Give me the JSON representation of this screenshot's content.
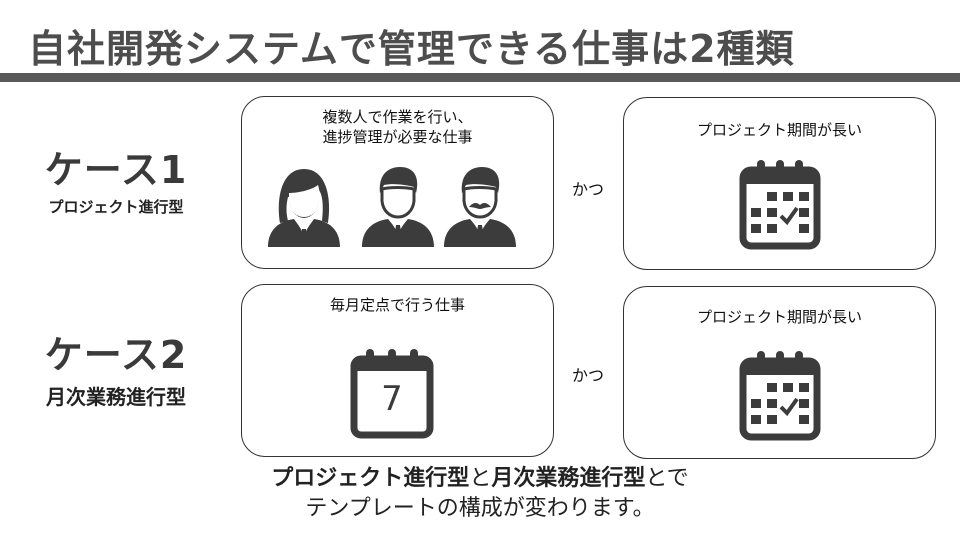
{
  "header": {
    "title": "自社開発システムで管理できる仕事は2種類"
  },
  "cases": [
    {
      "name": "ケース1",
      "subtitle": "プロジェクト進行型",
      "left_box_text": [
        "複数人で作業を行い、",
        "進捗管理が必要な仕事"
      ],
      "connector": "かつ",
      "right_box_text": "プロジェクト期間が長い"
    },
    {
      "name": "ケース2",
      "subtitle": "月次業務進行型",
      "left_box_text": [
        "毎月定点で行う仕事"
      ],
      "calendar_day": "7",
      "connector": "かつ",
      "right_box_text": "プロジェクト期間が長い"
    }
  ],
  "footer": {
    "bold_1": "プロジェクト進行型",
    "plain_1": "と",
    "bold_2": "月次業務進行型",
    "plain_2": "とで",
    "line_2": "テンプレートの構成が変わります。"
  },
  "icons": {
    "people": [
      "person-female-icon",
      "person-male-icon",
      "person-mustache-icon"
    ],
    "calendar": "calendar-check-icon",
    "monthly_calendar": "calendar-day-icon"
  },
  "colors": {
    "icon": "#3c3c3c",
    "title": "#4d4d4d",
    "bar": "#595959"
  }
}
